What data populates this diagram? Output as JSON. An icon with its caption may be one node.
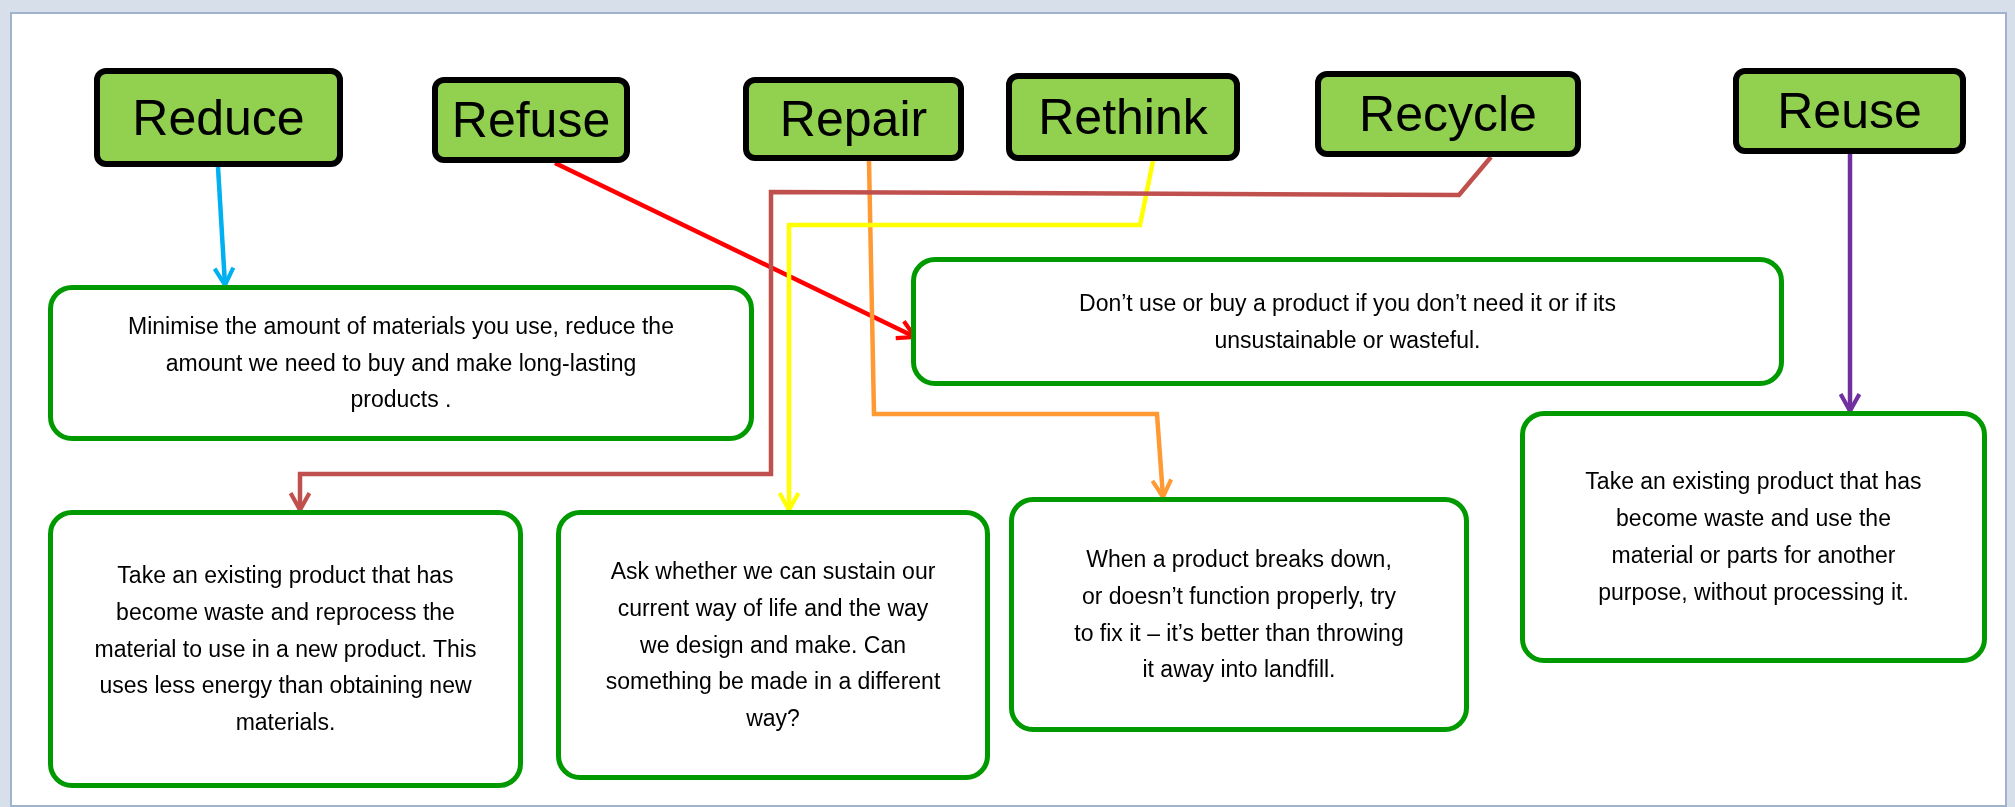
{
  "diagram": {
    "nodes": [
      {
        "text": [
          "Reduce"
        ]
      },
      {
        "text": [
          "Refuse"
        ]
      },
      {
        "text": [
          "Repair"
        ]
      },
      {
        "text": [
          "Rethink"
        ]
      },
      {
        "text": [
          "Recycle"
        ]
      },
      {
        "text": [
          "Reuse"
        ]
      },
      {
        "text": [
          "Minimise  the amount of materials you use, reduce the amount we need to buy and make long-lasting products ."
        ]
      },
      {
        "text": [
          "Don’t use or buy a product if you don’t need it or if its unsustainable or wasteful."
        ]
      },
      {
        "text": [
          "Take an existing product that has become waste and reprocess the material to use in a new product. This uses less energy than obtaining new materials."
        ]
      },
      {
        "text": [
          "Ask whether we can sustain our current way of life and the way we design and make. Can something be made in a different way?"
        ]
      },
      {
        "text": [
          "When a product breaks down, or doesn’t function properly, try to fix it – it’s better than throwing it away into landfill."
        ]
      },
      {
        "text": [
          "Take an existing product that has become waste and use the material or parts for another purpose, without processing it."
        ]
      }
    ],
    "edges": [
      {
        "from": 0,
        "to": 6,
        "arrow": "to",
        "color": "#00b0f0"
      },
      {
        "from": 1,
        "to": 7,
        "arrow": "to",
        "color": "#ff0000"
      },
      {
        "from": 2,
        "to": 10,
        "arrow": "to",
        "color": "#ff9933"
      },
      {
        "from": 3,
        "to": 9,
        "arrow": "to",
        "color": "#ffff00"
      },
      {
        "from": 4,
        "to": 8,
        "arrow": "to",
        "color": "#c0504d"
      },
      {
        "from": 5,
        "to": 11,
        "arrow": "to",
        "color": "#7030a0"
      }
    ]
  }
}
